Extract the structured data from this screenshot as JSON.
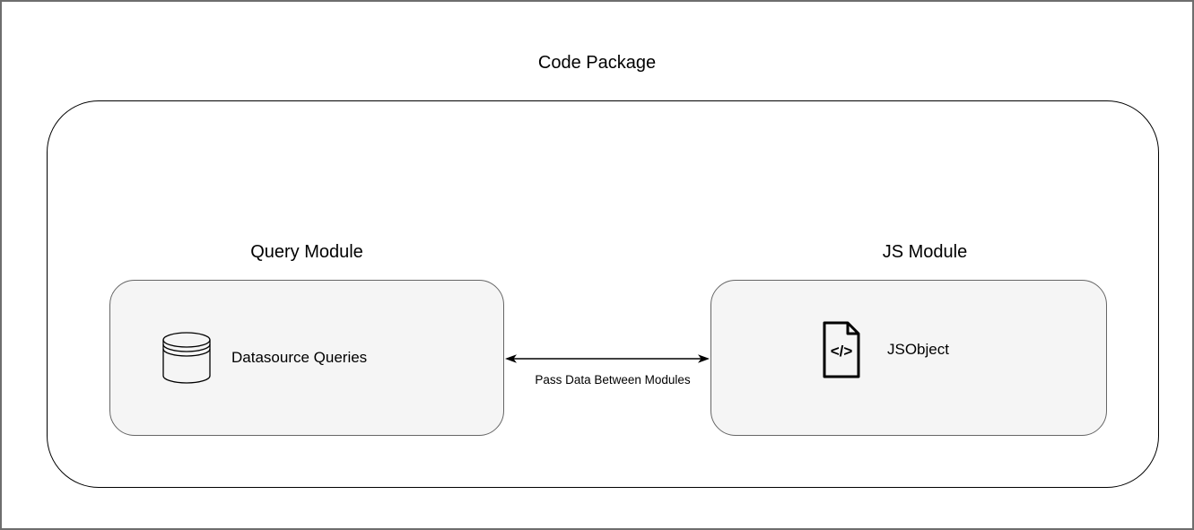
{
  "diagram": {
    "title": "Code Package",
    "modules": [
      {
        "id": "query-module",
        "label": "Query Module",
        "item": {
          "label": "Datasource Queries",
          "icon": "database-icon"
        }
      },
      {
        "id": "js-module",
        "label": "JS Module",
        "item": {
          "label": "JSObject",
          "icon": "code-file-icon"
        }
      }
    ],
    "connector": {
      "type": "bidirectional-arrow",
      "label": "Pass Data Between Modules"
    },
    "colors": {
      "background": "#ffffff",
      "frame_border": "#6e6e6e",
      "container_stroke": "#000000",
      "module_fill": "#f5f5f5",
      "module_stroke": "#666666",
      "text": "#000000"
    }
  }
}
